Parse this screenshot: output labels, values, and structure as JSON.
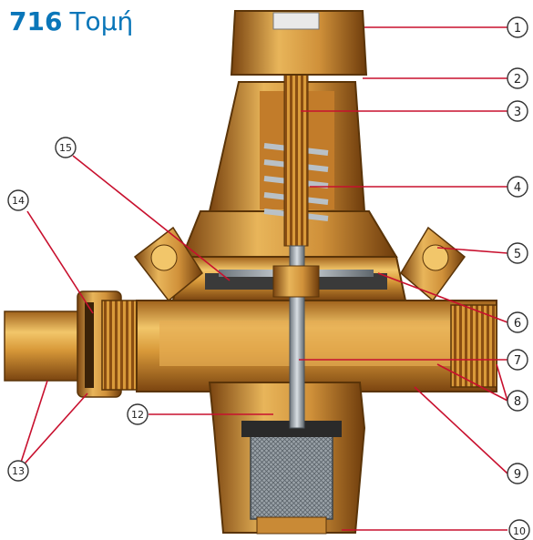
{
  "title": {
    "number": "716",
    "text": "Τομή",
    "color": "#0a76b9"
  },
  "callouts": [
    {
      "label": "1"
    },
    {
      "label": "2"
    },
    {
      "label": "3"
    },
    {
      "label": "4"
    },
    {
      "label": "5"
    },
    {
      "label": "6"
    },
    {
      "label": "7"
    },
    {
      "label": "8"
    },
    {
      "label": "9"
    },
    {
      "label": "10"
    },
    {
      "label": "12"
    },
    {
      "label": "13"
    },
    {
      "label": "14"
    },
    {
      "label": "15"
    }
  ],
  "colors": {
    "leader_line": "#c8102e",
    "brass_light": "#f2c66a",
    "brass_mid": "#d99a3a",
    "brass_dark": "#8a4e12",
    "steel": "#a9b2ba",
    "section_outline": "#5a3408"
  },
  "icons": [
    "pressure-reducing-valve-cross-section"
  ]
}
